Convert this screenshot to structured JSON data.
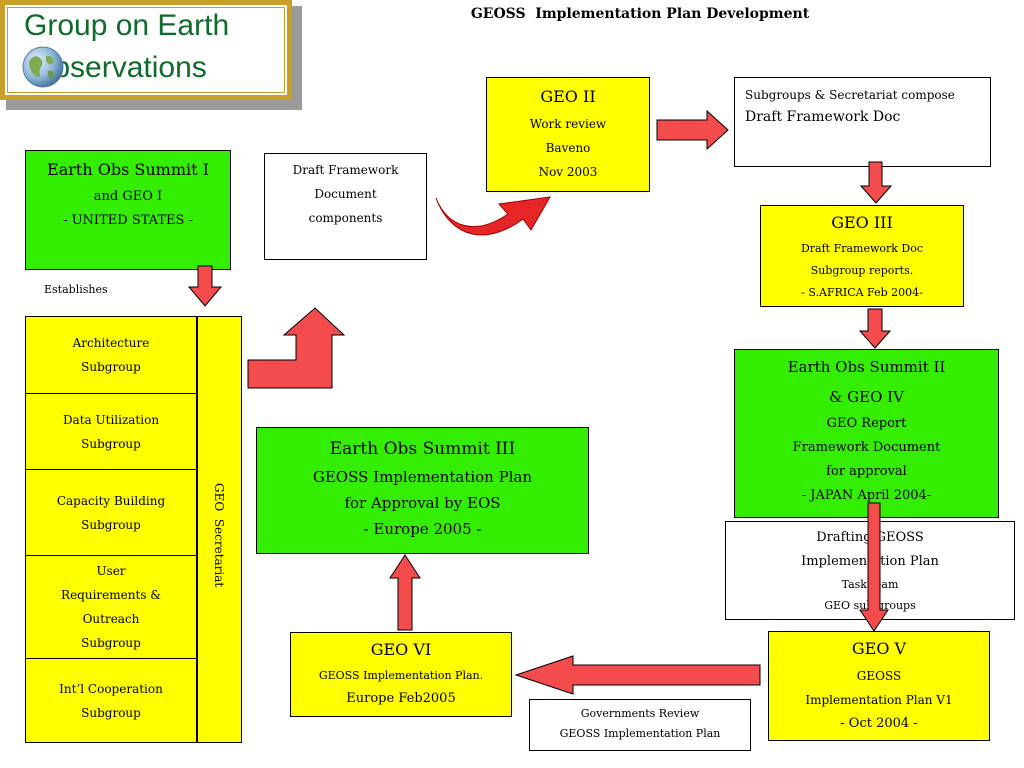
{
  "title": "GEOSS  Implementation Plan Development",
  "logo": {
    "line1": "Group on Earth",
    "line2": "Observations"
  },
  "summit1": {
    "lines": [
      "Earth Obs Summit I",
      "and GEO I",
      "- UNITED STATES -"
    ]
  },
  "establishes": "Establishes",
  "subgroups": [
    {
      "lines": [
        "Architecture",
        "Subgroup"
      ]
    },
    {
      "lines": [
        "Data Utilization",
        "Subgroup"
      ]
    },
    {
      "lines": [
        "Capacity Building",
        "Subgroup"
      ]
    },
    {
      "lines": [
        "User",
        "Requirements &",
        "Outreach",
        "Subgroup"
      ]
    },
    {
      "lines": [
        "Int’l Cooperation",
        "Subgroup"
      ]
    }
  ],
  "secretariat": "GEO  Secretariat",
  "draft_components": {
    "lines": [
      "Draft Framework",
      "Document",
      "components"
    ]
  },
  "geo2": {
    "lines": [
      "GEO II",
      "Work review",
      "Baveno",
      "Nov 2003"
    ]
  },
  "subgroups_compose": {
    "lines": [
      "Subgroups & Secretariat compose",
      "Draft Framework Doc"
    ]
  },
  "geo3": {
    "lines": [
      "GEO III",
      "Draft Framework Doc",
      "Subgroup reports.",
      "- S.AFRICA Feb 2004-"
    ]
  },
  "summit2": {
    "lines": [
      "Earth Obs Summit II",
      "& GEO IV",
      "GEO Report",
      "Framework Document",
      "for approval",
      "- JAPAN  April 2004-"
    ]
  },
  "drafting": {
    "lines": [
      "Drafting GEOSS",
      "Implementation Plan",
      "Task team",
      "GEO sub-groups"
    ]
  },
  "summit3": {
    "lines": [
      "Earth Obs Summit III",
      "GEOSS Implementation Plan",
      "for Approval by EOS",
      "- Europe 2005 -"
    ]
  },
  "geo5": {
    "lines": [
      "GEO V",
      "GEOSS",
      "Implementation Plan V1",
      "- Oct 2004 -"
    ]
  },
  "geo6": {
    "lines": [
      "GEO VI",
      "GEOSS Implementation Plan.",
      "Europe Feb2005"
    ]
  },
  "gov_review": {
    "lines": [
      "Governments Review",
      "GEOSS Implementation Plan"
    ]
  },
  "colors": {
    "yellow": "#ffff00",
    "green": "#33ee00",
    "arrow": "#f44c4c",
    "arrow_dark": "#d42020",
    "logo_frame": "#c8a028"
  }
}
